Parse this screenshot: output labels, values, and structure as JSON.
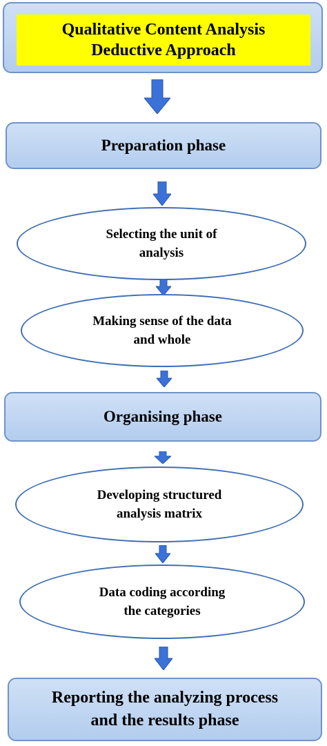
{
  "title": {
    "line1": "Qualitative Content Analysis",
    "line2": "Deductive Approach"
  },
  "steps": {
    "preparation": "Preparation phase",
    "unit_line1": "Selecting the unit of",
    "unit_line2": "analysis",
    "sense_line1": "Making sense of the data",
    "sense_line2": "and whole",
    "organising": "Organising phase",
    "matrix_line1": "Developing structured",
    "matrix_line2": "analysis matrix",
    "coding_line1": "Data coding according",
    "coding_line2": "the categories",
    "reporting_line1": "Reporting the analyzing process",
    "reporting_line2": "and the results phase"
  },
  "colors": {
    "box_fill": "#b3cdee",
    "box_border": "#6f93c8",
    "title_highlight": "#ffff00",
    "ellipse_border": "#3f6fb5",
    "arrow": "#3a72d8"
  }
}
